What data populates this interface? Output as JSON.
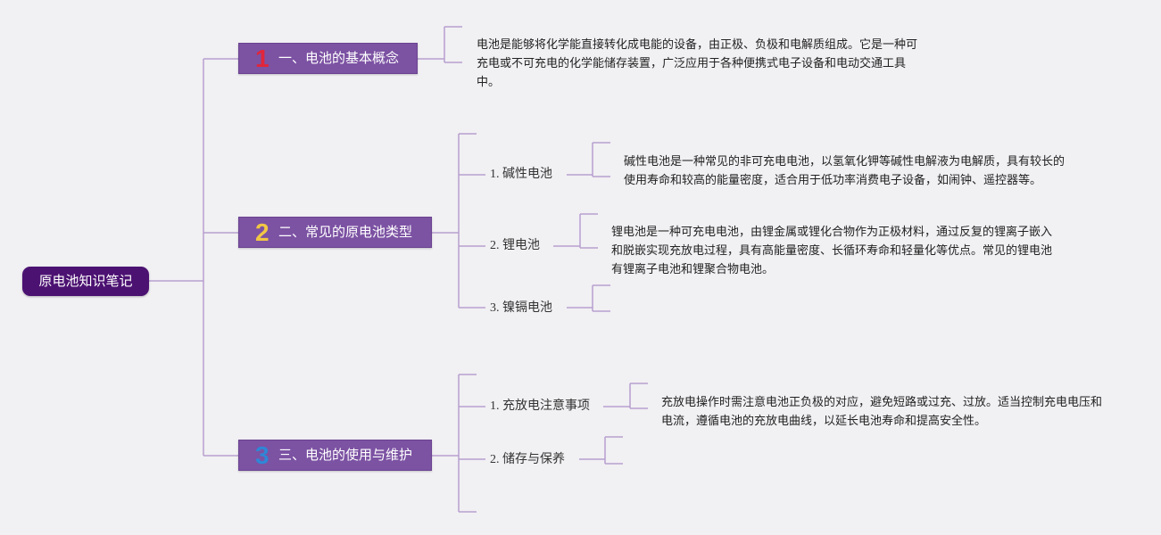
{
  "root": {
    "title": "原电池知识笔记"
  },
  "topics": [
    {
      "number": "1",
      "number_color": "#e0263a",
      "label": "一、电池的基本概念"
    },
    {
      "number": "2",
      "number_color": "#f2c744",
      "label": "二、常见的原电池类型"
    },
    {
      "number": "3",
      "number_color": "#2f86d6",
      "label": "三、电池的使用与维护"
    }
  ],
  "notes": {
    "basic_concept": "电池是能够将化学能直接转化成电能的设备，由正极、负极和电解质组成。它是一种可充电或不可充电的化学能储存装置，广泛应用于各种便携式电子设备和电动交通工具中。",
    "alkaline": "碱性电池是一种常见的非可充电电池，以氢氧化钾等碱性电解液为电解质，具有较长的使用寿命和较高的能量密度，适合用于低功率消费电子设备，如闹钟、遥控器等。",
    "lithium": "锂电池是一种可充电电池，由锂金属或锂化合物作为正极材料，通过反复的锂离子嵌入和脱嵌实现充放电过程，具有高能量密度、长循环寿命和轻量化等优点。常见的锂电池有锂离子电池和锂聚合物电池。",
    "charging": "充放电操作时需注意电池正负极的对应，避免短路或过充、过放。适当控制充电电压和电流，遵循电池的充放电曲线，以延长电池寿命和提高安全性。"
  },
  "subtopics": {
    "types": [
      "1. 碱性电池",
      "2. 锂电池",
      "3. 镍镉电池"
    ],
    "usage": [
      "1. 充放电注意事项",
      "2. 储存与保养"
    ]
  },
  "colors": {
    "background": "#f1f0f3",
    "root_fill": "#4c1272",
    "topic_fill": "#7c52a3",
    "connector": "#b79fd0"
  }
}
